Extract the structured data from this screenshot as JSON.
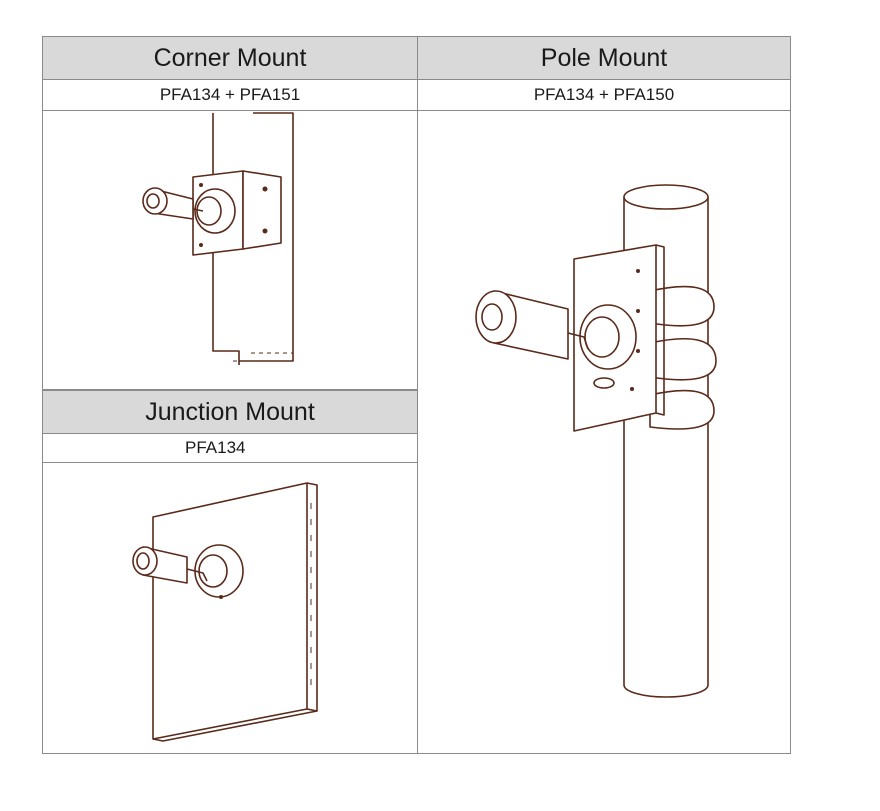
{
  "table": {
    "corner": {
      "title": "Corner Mount",
      "parts": "PFA134 + PFA151"
    },
    "pole": {
      "title": "Pole Mount",
      "parts": "PFA134 + PFA150"
    },
    "junction": {
      "title": "Junction Mount",
      "parts": "PFA134"
    }
  },
  "colors": {
    "header_bg": "#d9d9d9",
    "border": "#8a8a8a",
    "drawing_line": "#5a2a1a"
  },
  "illustrations": [
    "corner-mount-drawing",
    "pole-mount-drawing",
    "junction-mount-drawing"
  ]
}
